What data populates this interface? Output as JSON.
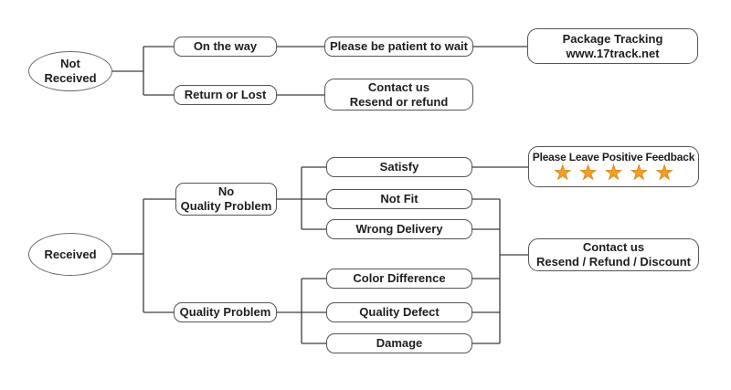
{
  "diagram": {
    "title_implicit": "After-sale service flowchart",
    "colors": {
      "background": "#ffffff",
      "line": "#3d3d3d",
      "box_border": "#555555",
      "text": "#1e1e1e",
      "star_fill": "#F5A01F",
      "star_outline": "#DC8718"
    },
    "star_glyph": "★",
    "stars_count": 5,
    "nodes": {
      "not_received": {
        "line1": "Not",
        "line2": "Received"
      },
      "on_the_way": {
        "label": "On the way"
      },
      "please_wait": {
        "label": "Please be patient to wait"
      },
      "package_tracking": {
        "line1": "Package Tracking",
        "line2": "www.17track.net"
      },
      "return_or_lost": {
        "label": "Return or Lost"
      },
      "contact_resend_refund": {
        "line1": "Contact us",
        "line2": "Resend or refund"
      },
      "received": {
        "label": "Received"
      },
      "no_quality_problem": {
        "line1": "No",
        "line2": "Quality Problem"
      },
      "quality_problem": {
        "label": "Quality Problem"
      },
      "satisfy": {
        "label": "Satisfy"
      },
      "not_fit": {
        "label": "Not Fit"
      },
      "wrong_delivery": {
        "label": "Wrong Delivery"
      },
      "color_difference": {
        "label": "Color Difference"
      },
      "quality_defect": {
        "label": "Quality Defect"
      },
      "damage": {
        "label": "Damage"
      },
      "positive_feedback": {
        "label": "Please Leave Positive Feedback"
      },
      "contact_resend_refund_discount": {
        "line1": "Contact us",
        "line2": "Resend / Refund / Discount"
      }
    }
  }
}
